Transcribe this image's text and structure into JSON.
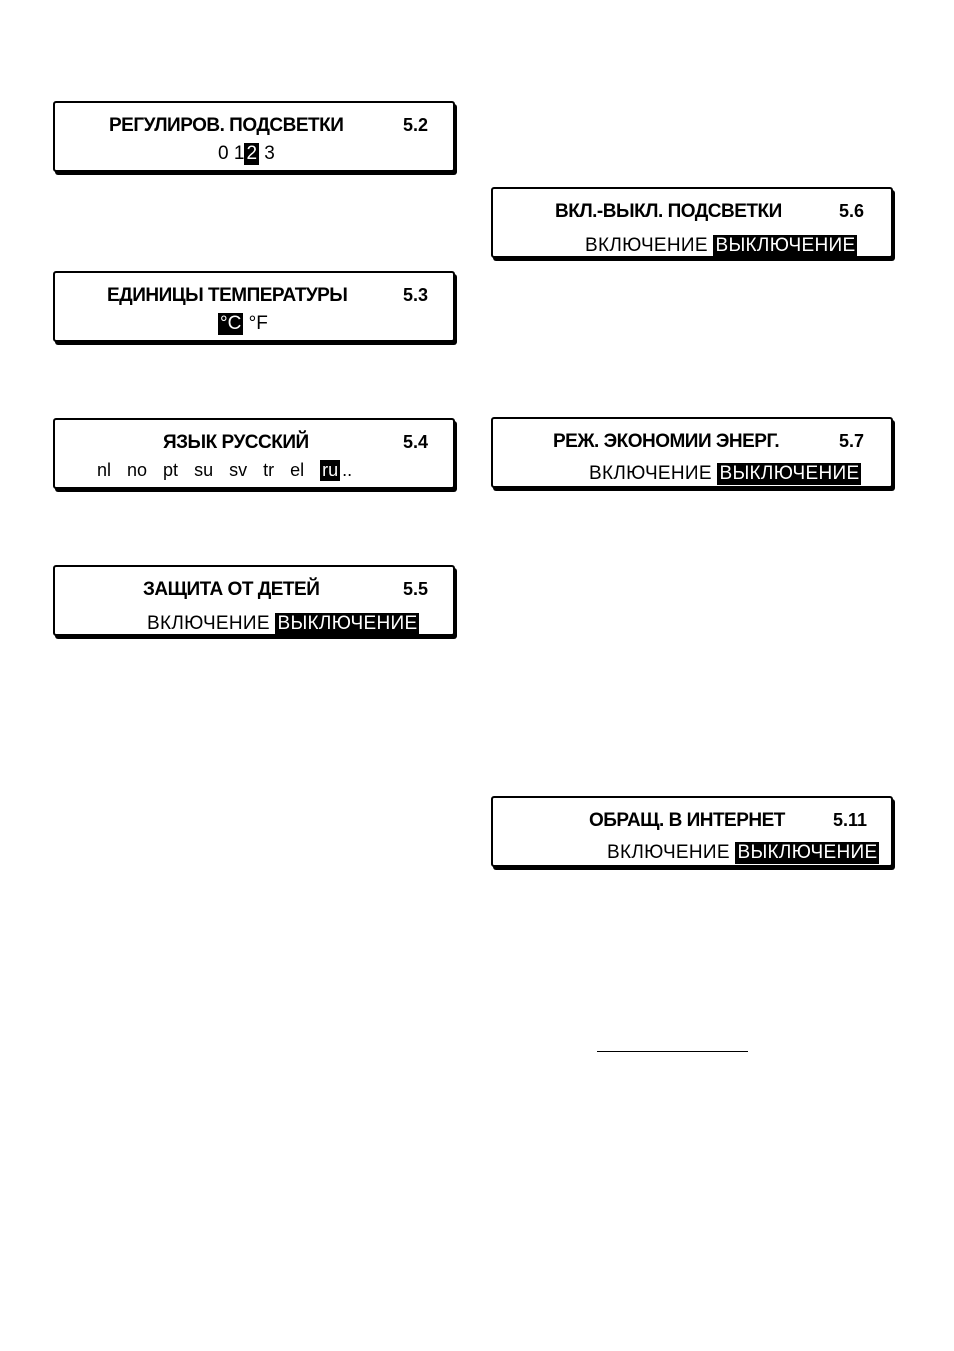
{
  "panels": {
    "p52": {
      "title": "РЕГУЛИРОВ. ПОДСВЕТКИ",
      "code": "5.2",
      "options": [
        "0",
        "1",
        "2",
        "3"
      ],
      "selected": "2"
    },
    "p53": {
      "title": "ЕДИНИЦЫ ТЕМПЕРАТУРЫ",
      "code": "5.3",
      "options": [
        "°C",
        "°F"
      ],
      "selected": "°C"
    },
    "p54": {
      "title": "ЯЗЫК РУССКИЙ",
      "code": "5.4",
      "options": [
        "nl",
        "no",
        "pt",
        "su",
        "sv",
        "tr",
        "el",
        "ru",
        ".."
      ],
      "selected": "ru"
    },
    "p55": {
      "title": "ЗАЩИТА ОТ ДЕТЕЙ",
      "code": "5.5",
      "options": [
        "включение",
        "выключение"
      ],
      "selected": "выключение"
    },
    "p56": {
      "title": "ВКЛ.-ВЫКЛ. ПОДСВЕТКИ",
      "code": "5.6",
      "options": [
        "включение",
        "выключение"
      ],
      "selected": "выключение"
    },
    "p57": {
      "title": "РЕЖ. ЭКОНОМИИ ЭНЕРГ.",
      "code": "5.7",
      "options": [
        "включение",
        "выключение"
      ],
      "selected": "выключение"
    },
    "p511": {
      "title": "ОБРАЩ. В ИНТЕРНЕТ",
      "code": "5.11",
      "options": [
        "включение",
        "выключение"
      ],
      "selected": "выключение"
    }
  }
}
